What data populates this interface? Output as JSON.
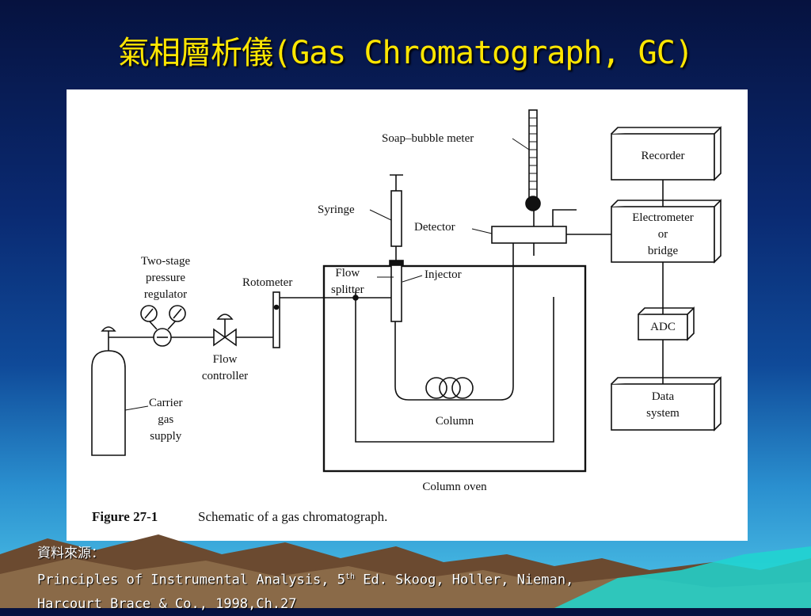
{
  "slide": {
    "title": "氣相層析儀(Gas Chromatograph, GC)"
  },
  "figure": {
    "labels": {
      "soap_bubble_meter": "Soap–bubble meter",
      "recorder": "Recorder",
      "syringe": "Syringe",
      "detector": "Detector",
      "electrometer_l1": "Electrometer",
      "electrometer_l2": "or",
      "electrometer_l3": "bridge",
      "regulator_l1": "Two-stage",
      "regulator_l2": "pressure",
      "regulator_l3": "regulator",
      "rotometer": "Rotometer",
      "flow_splitter_l1": "Flow",
      "flow_splitter_l2": "splitter",
      "injector": "Injector",
      "adc": "ADC",
      "flow_controller_l1": "Flow",
      "flow_controller_l2": "controller",
      "carrier_l1": "Carrier",
      "carrier_l2": "gas",
      "carrier_l3": "supply",
      "data_system_l1": "Data",
      "data_system_l2": "system",
      "column": "Column",
      "column_oven": "Column oven"
    },
    "caption_number": "Figure 27-1",
    "caption_text": "Schematic of a gas chromatograph."
  },
  "source": {
    "heading": "資料來源：",
    "line1_before_sup": "Principles of Instrumental Analysis, 5",
    "line1_sup": "th",
    "line1_after_sup": " Ed. Skoog, Holler, Nieman,",
    "line2": "Harcourt Brace & Co., 1998,Ch.27"
  }
}
